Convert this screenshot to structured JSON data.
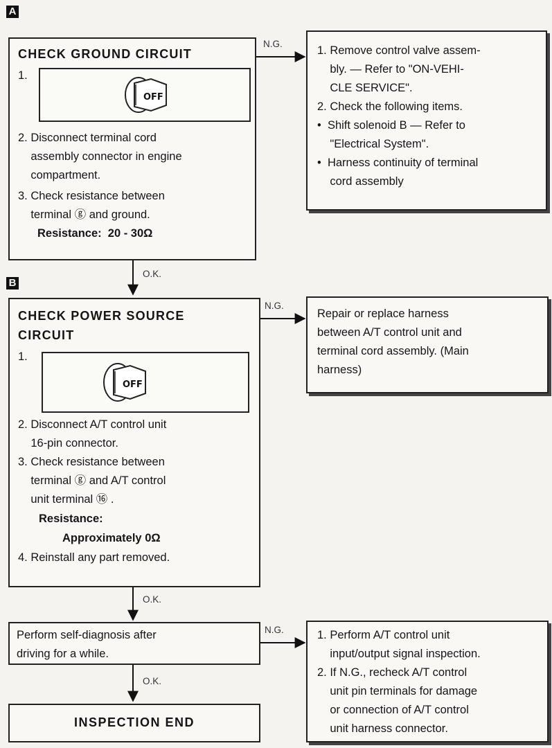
{
  "sections": {
    "a_letter": "A",
    "b_letter": "B"
  },
  "check_ground": {
    "title": "CHECK  GROUND  CIRCUIT",
    "step1_number": "1.",
    "ignition_text": "OFF",
    "step2": "2. Disconnect terminal cord\n    assembly connector in engine\n    compartment.",
    "step3": "3. Check resistance between\n    terminal ⓖ and ground.",
    "resistance": "Resistance:  20 - 30Ω"
  },
  "ground_ng_action": "1. Remove control valve assem-\n    bly. — Refer to \"ON-VEHI-\n    CLE SERVICE\".\n2. Check the following items.\n•  Shift solenoid B — Refer to\n    \"Electrical System\".\n•  Harness continuity of terminal\n    cord assembly",
  "check_power": {
    "title_line1": "CHECK  POWER  SOURCE",
    "title_line2": "CIRCUIT",
    "step1_number": "1.",
    "ignition_text": "OFF",
    "step2": "2. Disconnect A/T control unit\n    16-pin connector.",
    "step3": "3. Check resistance between\n    terminal ⓖ and A/T control\n    unit terminal ⑯ .",
    "resistance_label": "Resistance:",
    "resistance_value": "Approximately 0Ω",
    "step4": "4. Reinstall any part removed."
  },
  "power_ng_action": "Repair or replace harness\nbetween A/T control unit and\nterminal cord assembly. (Main\nharness)",
  "self_diag": "Perform self-diagnosis after\ndriving for a while.",
  "self_diag_ng_action": "1. Perform A/T control unit\n    input/output signal inspection.\n2. If N.G., recheck A/T control\n    unit pin terminals for damage\n    or connection of A/T control\n    unit harness connector.",
  "end_box": "INSPECTION  END",
  "labels": {
    "ng": "N.G.",
    "ok": "O.K."
  }
}
